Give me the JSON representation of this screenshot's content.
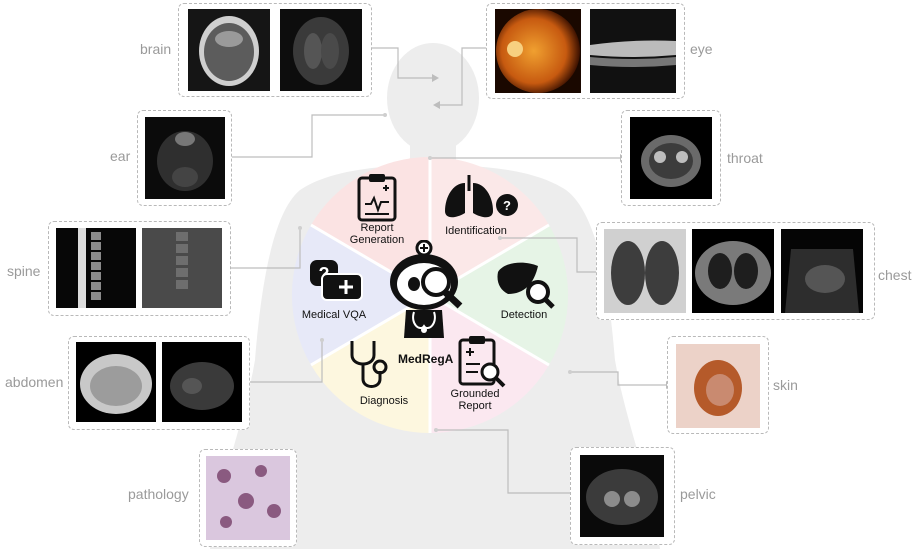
{
  "body_parts": {
    "brain": "brain",
    "eye": "eye",
    "ear": "ear",
    "throat": "throat",
    "spine": "spine",
    "chest": "chest",
    "abdomen": "abdomen",
    "skin": "skin",
    "pathology": "pathology",
    "pelvic": "pelvic"
  },
  "tasks": {
    "report_generation": "Report Generation",
    "identification": "Identification",
    "medical_vqa": "Medical VQA",
    "detection": "Detection",
    "diagnosis": "Diagnosis",
    "grounded_report": "Grounded Report"
  },
  "center": {
    "name": "MedRegA"
  },
  "colors": {
    "label_gray": "#9a9a9a",
    "wheel_red": "#fbe3e3",
    "wheel_yellow": "#fdf7df",
    "wheel_green": "#e6f5e6",
    "wheel_blue": "#e6e8f8",
    "wheel_pink": "#fbe8f0",
    "silhouette": "#eeeeee"
  }
}
